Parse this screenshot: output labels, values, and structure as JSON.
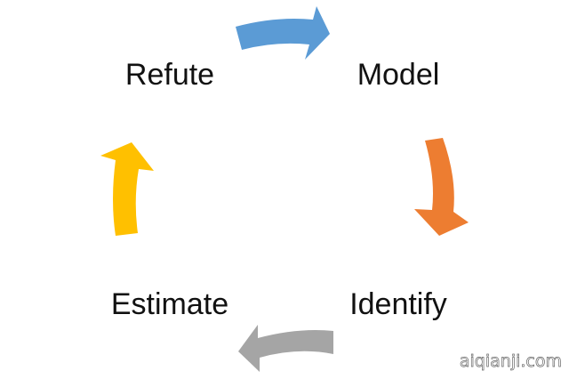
{
  "cycle": {
    "steps": [
      {
        "label": "Model"
      },
      {
        "label": "Identify"
      },
      {
        "label": "Estimate"
      },
      {
        "label": "Refute"
      }
    ],
    "arrow_colors": {
      "refute_to_model": "#5b9bd5",
      "model_to_identify": "#ed7d31",
      "identify_to_estimate": "#a5a5a5",
      "estimate_to_refute": "#ffc000"
    }
  },
  "watermark": "aiqianji.com"
}
